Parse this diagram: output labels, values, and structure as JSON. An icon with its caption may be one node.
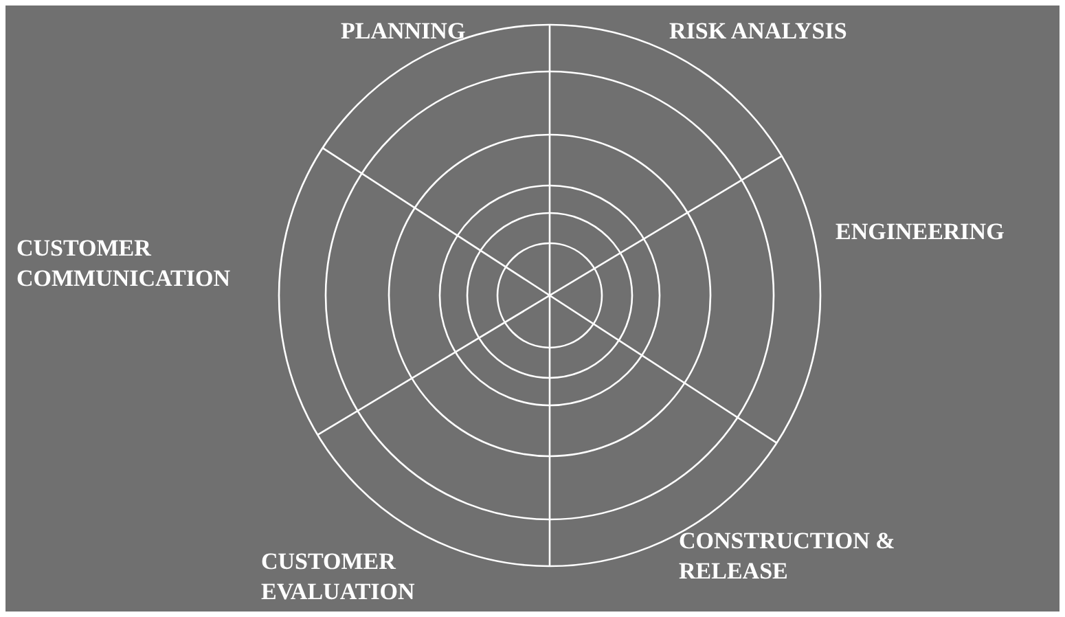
{
  "diagram": {
    "labels": [
      "PLANNING",
      "RISK ANALYSIS",
      "CUSTOMER COMMUNICATION",
      "ENGINEERING",
      "CUSTOMER EVALUATION",
      "CONSTRUCTION & RELEASE"
    ]
  }
}
